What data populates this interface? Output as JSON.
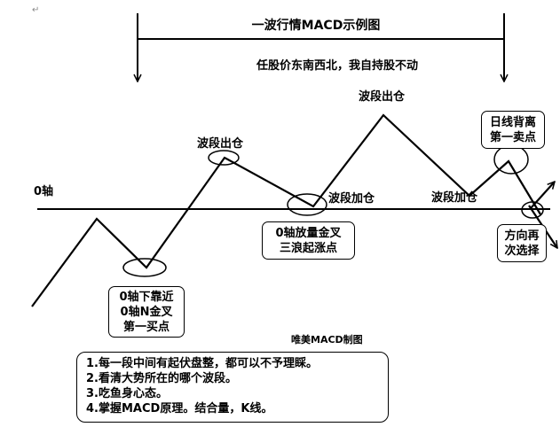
{
  "title": "一波行情MACD示例图",
  "subtitle": "任股价东南西北，我自持股不动",
  "zero_axis_label": "0轴",
  "labels": {
    "wave_exit_1": "波段出仓",
    "wave_exit_2": "波段出仓",
    "wave_add_1": "波段加仓",
    "wave_add_2": "波段加仓"
  },
  "callouts": {
    "first_buy": [
      "0轴下靠近",
      "0轴N金叉",
      "第一买点"
    ],
    "zero_cross": [
      "0轴放量金叉",
      "三浪起涨点"
    ],
    "first_sell": [
      "日线背离",
      "第一卖点"
    ],
    "direction": [
      "方向再",
      "次选择"
    ]
  },
  "credit": "唯美MACD制图",
  "notes": [
    "1.每一段中间有起伏盘整，都可以不予理睬。",
    "2.看清大势所在的哪个波段。",
    "3.吃鱼身心态。",
    "4.掌握MACD原理。结合量，K线。"
  ],
  "paragraph_mark": "↵"
}
